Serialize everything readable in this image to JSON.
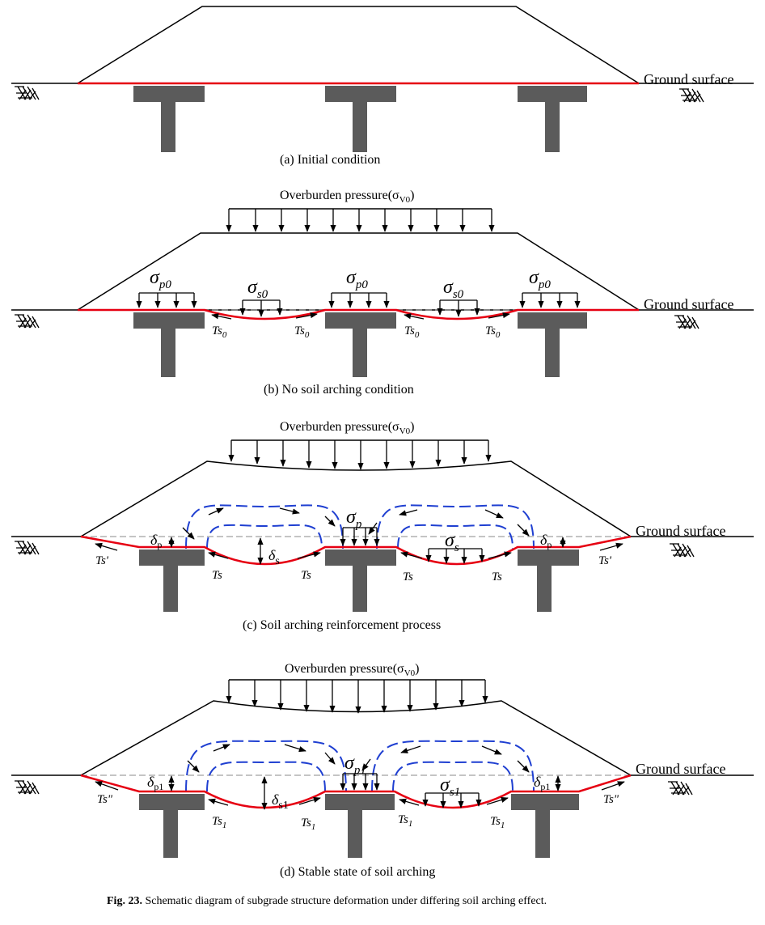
{
  "colors": {
    "line": "#000000",
    "reinforcement": "#e60012",
    "arch": "#1f3fd1",
    "pile": "#5b5b5b",
    "datum": "#888888"
  },
  "panels": {
    "a": {
      "caption": "(a)   Initial condition",
      "ground": "Ground surface"
    },
    "b": {
      "caption": "(b)   No soil arching condition",
      "ground": "Ground surface",
      "overburden": "Overburden pressure(σ",
      "overburden_sub": "V0",
      "sigma_p": "σ",
      "sigma_p_sub": "p0",
      "sigma_s": "σ",
      "sigma_s_sub": "s0",
      "ts": "Ts",
      "ts_sub": "0"
    },
    "c": {
      "caption": "(c)   Soil arching reinforcement process",
      "ground": "Ground surface",
      "overburden": "Overburden pressure(σ",
      "overburden_sub": "V0",
      "sigma_p": "σ",
      "sigma_p_sub": "p",
      "sigma_s": "σ",
      "sigma_s_sub": "s",
      "delta_p": "δ",
      "delta_p_sub": "p",
      "delta_s": "δ",
      "delta_s_sub": "s",
      "ts": "Ts",
      "ts_edge": "Ts'"
    },
    "d": {
      "caption": "(d)   Stable state of soil arching",
      "ground": "Ground surface",
      "overburden": "Overburden pressure(σ",
      "overburden_sub": "V0",
      "sigma_p": "σ",
      "sigma_p_sub": "p1",
      "sigma_s": "σ",
      "sigma_s_sub": "s1",
      "delta_p": "δ",
      "delta_p_sub": "p1",
      "delta_s": "δ",
      "delta_s_sub": "s1",
      "ts": "Ts",
      "ts_sub": "1",
      "ts_edge": "Ts\""
    }
  },
  "figure_caption": {
    "label": "Fig. 23.",
    "text": " Schematic diagram of subgrade structure deformation under differing soil arching effect."
  }
}
